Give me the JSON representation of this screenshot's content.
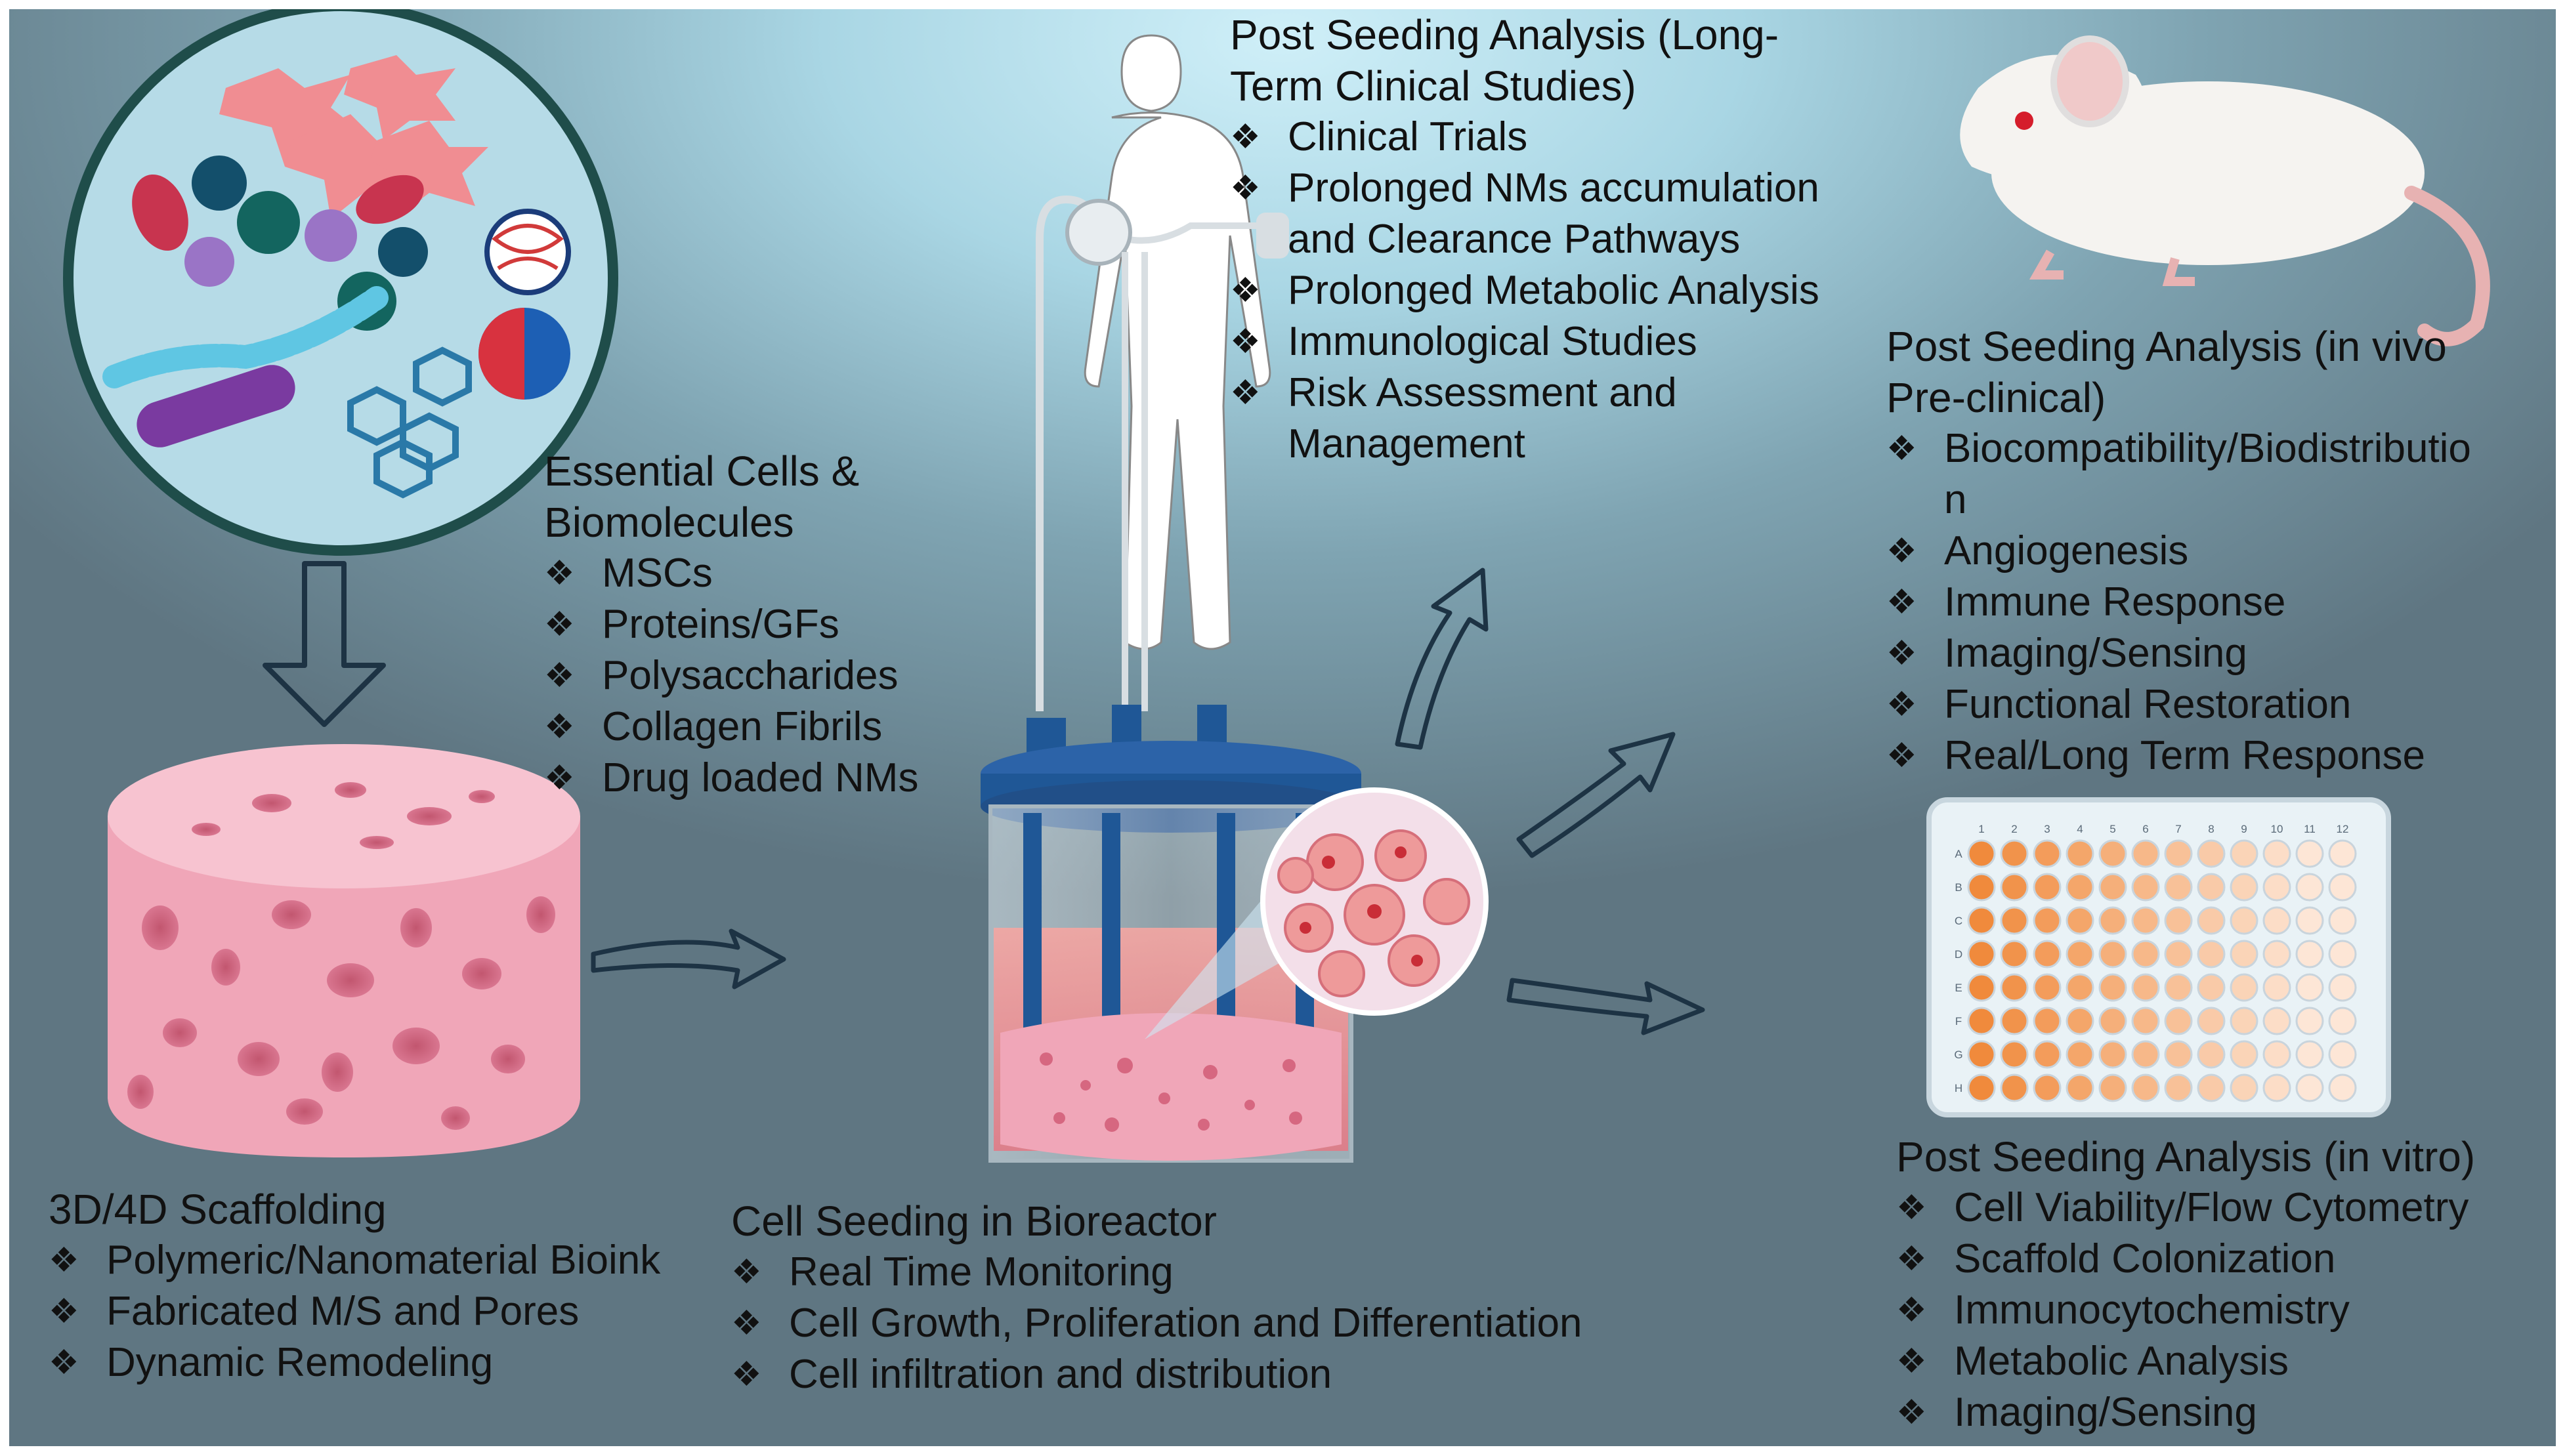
{
  "panels": {
    "scaffolding": {
      "title": "3D/4D Scaffolding",
      "items": [
        "Polymeric/Nanomaterial Bioink",
        "Fabricated M/S and Pores",
        "Dynamic Remodeling"
      ]
    },
    "essential": {
      "title_line1": "Essential Cells &",
      "title_line2": "Biomolecules",
      "items": [
        "MSCs",
        "Proteins/GFs",
        "Polysaccharides",
        "Collagen Fibrils",
        "Drug loaded NMs"
      ]
    },
    "bioreactor": {
      "title": "Cell Seeding in Bioreactor",
      "items": [
        "Real Time Monitoring",
        "Cell Growth, Proliferation and Differentiation",
        "Cell infiltration and distribution"
      ]
    },
    "clinical": {
      "title_line1": "Post Seeding Analysis (Long-",
      "title_line2": "Term Clinical Studies)",
      "items": [
        [
          "Clinical Trials"
        ],
        [
          "Prolonged NMs accumulation",
          "and Clearance Pathways"
        ],
        [
          "Prolonged Metabolic Analysis"
        ],
        [
          "Immunological Studies"
        ],
        [
          "Risk Assessment and",
          "Management"
        ]
      ]
    },
    "invivo": {
      "title_line1": "Post Seeding Analysis (in vivo",
      "title_line2": "Pre-clinical)",
      "items": [
        [
          "Biocompatibility/Biodistributio",
          "n"
        ],
        [
          "Angiogenesis"
        ],
        [
          "Immune Response"
        ],
        [
          "Imaging/Sensing"
        ],
        [
          "Functional Restoration"
        ],
        [
          "Real/Long Term Response"
        ]
      ]
    },
    "invitro": {
      "title": "Post Seeding Analysis (in vitro)",
      "items": [
        "Cell Viability/Flow Cytometry",
        "Scaffold Colonization",
        "Immunocytochemistry",
        "Metabolic Analysis",
        "Imaging/Sensing"
      ]
    }
  },
  "bullet_symbol": "❖",
  "well_plate": {
    "columns": [
      "1",
      "2",
      "3",
      "4",
      "5",
      "6",
      "7",
      "8",
      "9",
      "10",
      "11",
      "12"
    ],
    "rows": [
      "A",
      "B",
      "C",
      "D",
      "E",
      "F",
      "G",
      "H"
    ]
  },
  "colors": {
    "scaffold_pink": "#f0a6b8",
    "circle_border": "#1f4d4a",
    "arrow_outline": "#1d3344",
    "bioreactor_blue": "#2c63a8",
    "well_dark": "#f08a3c",
    "well_light": "#fde6d6"
  }
}
